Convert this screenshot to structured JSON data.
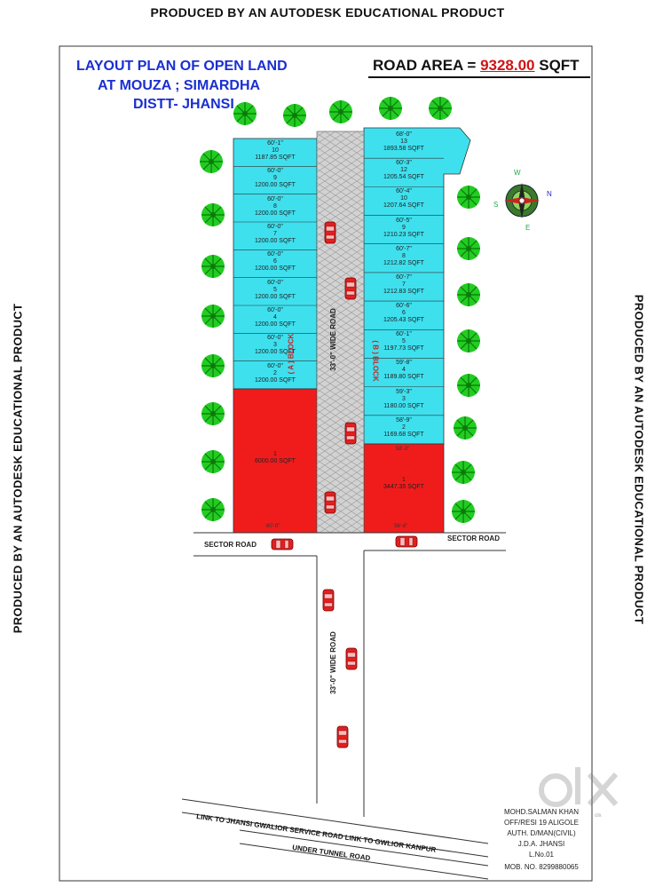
{
  "watermark": "PRODUCED BY AN AUTODESK EDUCATIONAL PRODUCT",
  "title": {
    "line1": "LAYOUT PLAN OF OPEN LAND",
    "line2": "AT MOUZA ; SIMARDHA",
    "line3": "DISTT- JHANSI"
  },
  "road_area": {
    "prefix": "ROAD AREA = ",
    "value": "9328.00",
    "unit": " SQFT"
  },
  "block_a": {
    "label": "( A ) BLOCK",
    "plots": [
      {
        "no": "10",
        "area": "1187.85 SQFT",
        "dim": "60'-1\""
      },
      {
        "no": "9",
        "area": "1200.00 SQFT",
        "dim": "60'-0\""
      },
      {
        "no": "8",
        "area": "1200.00 SQFT",
        "dim": "60'-0\""
      },
      {
        "no": "7",
        "area": "1200.00 SQFT",
        "dim": "60'-0\""
      },
      {
        "no": "6",
        "area": "1200.00 SQFT",
        "dim": "60'-0\""
      },
      {
        "no": "5",
        "area": "1200.00 SQFT",
        "dim": "60'-0\""
      },
      {
        "no": "4",
        "area": "1200.00 SQFT",
        "dim": "60'-0\""
      },
      {
        "no": "3",
        "area": "1200.00 SQFT",
        "dim": "60'-0\""
      },
      {
        "no": "2",
        "area": "1200.00 SQFT",
        "dim": "60'-0\""
      }
    ],
    "big_plot": {
      "no": "1",
      "area": "6000.00 SQFT",
      "dim": "60'-0\""
    }
  },
  "block_b": {
    "label": "( B ) BLOCK",
    "plots": [
      {
        "no": "13",
        "area": "1893.58 SQFT",
        "dim": "68'-0\""
      },
      {
        "no": "12",
        "area": "1205.54 SQFT",
        "dim": "60'-3\""
      },
      {
        "no": "10",
        "area": "1207.64 SQFT",
        "dim": "60'-4\""
      },
      {
        "no": "9",
        "area": "1210.23 SQFT",
        "dim": "60'-5\""
      },
      {
        "no": "8",
        "area": "1212.82 SQFT",
        "dim": "60'-7\""
      },
      {
        "no": "7",
        "area": "1212.83 SQFT",
        "dim": "60'-7\""
      },
      {
        "no": "6",
        "area": "1205.43 SQFT",
        "dim": "60'-6\""
      },
      {
        "no": "5",
        "area": "1197.73 SQFT",
        "dim": "60'-1\""
      },
      {
        "no": "4",
        "area": "1189.80 SQFT",
        "dim": "59'-8\""
      },
      {
        "no": "3",
        "area": "1180.00 SQFT",
        "dim": "59'-3\""
      },
      {
        "no": "2",
        "area": "1169.68 SQFT",
        "dim": "58'-9\""
      }
    ],
    "big_plot": {
      "no": "1",
      "area": "3447.35 SQFT",
      "dim": "58'-3\""
    },
    "bottom_dim": "56'-6\""
  },
  "roads": {
    "main_road": "33'-0\" WIDE ROAD",
    "lower_road": "33'-0\" WIDE ROAD",
    "sector_left": "SECTOR ROAD",
    "sector_right": "SECTOR ROAD",
    "link_road": "LINK TO JHANSI GWALIOR SERVICE ROAD LINK TO GWLIOR KANPUR",
    "under_tunnel": "UNDER TUNNEL ROAD"
  },
  "compass": {
    "n": "N",
    "s": "S",
    "e": "E",
    "w": "W"
  },
  "credit": {
    "line1": "MOHD.SALMAN KHAN",
    "line2": "OFF/RESI 19 ALIGOLE",
    "line3": "AUTH. D/MAN(CIVIL)",
    "line4": "J.D.A. JHANSI",
    "line5": "L.No.01",
    "line6": "MOB. NO. 8299880065"
  },
  "watermark_logo": "olx",
  "colors": {
    "plot_cyan": "#3ee0ee",
    "plot_red": "#f01c1c",
    "road_gray": "#cfcfcf",
    "tree_green": "#22cc22",
    "title_blue": "#1a2fd0",
    "area_red": "#d01414"
  }
}
